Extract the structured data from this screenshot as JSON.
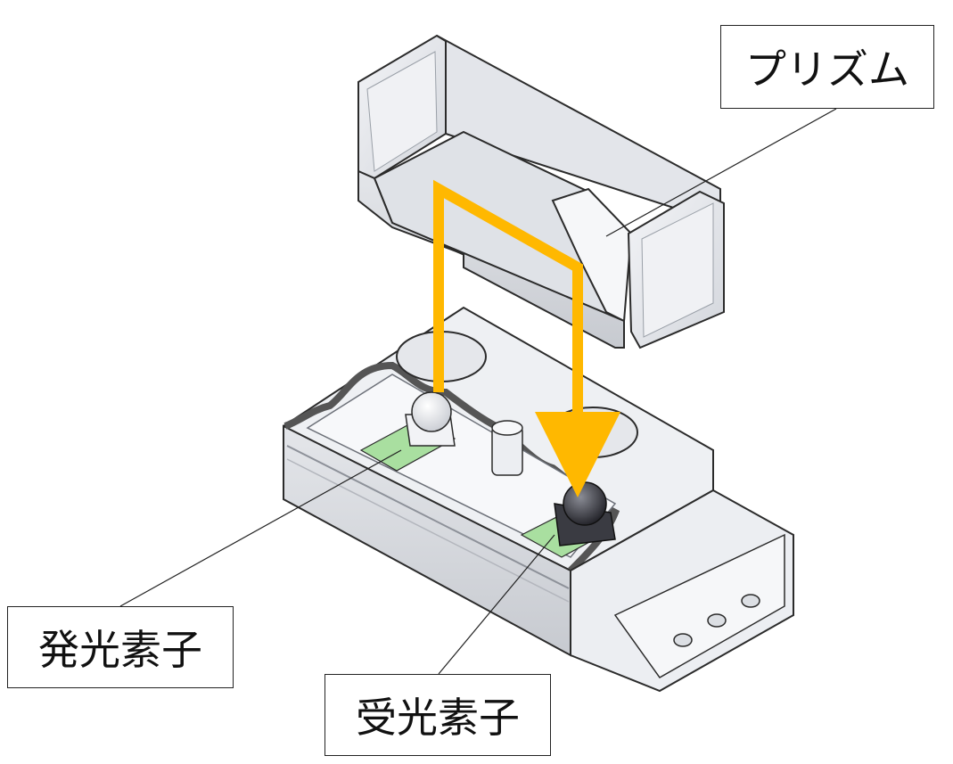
{
  "labels": {
    "prism": "プリズム",
    "emitter": "発光素子",
    "receiver": "受光素子"
  },
  "colors": {
    "light_path": "#ffb800",
    "body_fill": "#eceef2",
    "body_shadow": "#c9ccd3",
    "outline": "#2b2b2b",
    "pcb_green": "#a9dfa0",
    "receiver_dark": "#2a2a30"
  }
}
